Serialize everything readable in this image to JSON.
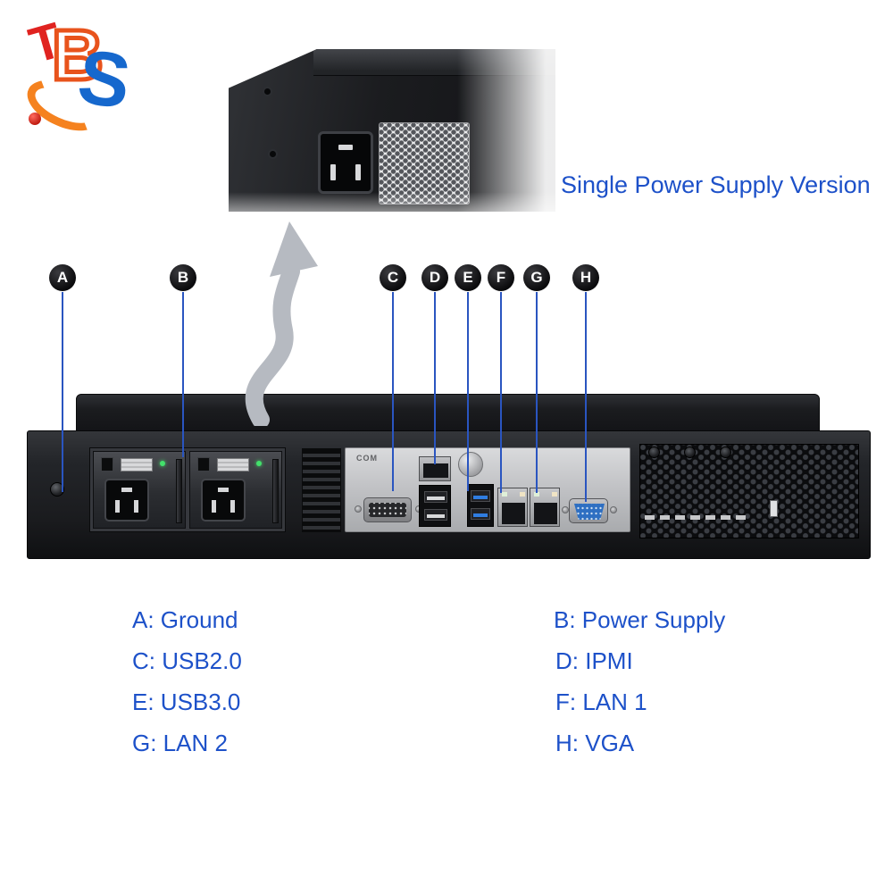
{
  "logo": {
    "letters": [
      "T",
      "B",
      "S"
    ]
  },
  "inset": {
    "caption": "Single Power Supply Version"
  },
  "callouts": [
    {
      "letter": "A"
    },
    {
      "letter": "B"
    },
    {
      "letter": "C"
    },
    {
      "letter": "D"
    },
    {
      "letter": "E"
    },
    {
      "letter": "F"
    },
    {
      "letter": "G"
    },
    {
      "letter": "H"
    }
  ],
  "io_panel": {
    "com_label": "COM"
  },
  "legend": {
    "left": [
      "A: Ground",
      "C: USB2.0",
      "E: USB3.0",
      "G: LAN 2"
    ],
    "right": [
      "B: Power Supply",
      "D: IPMI",
      "F: LAN 1",
      "H: VGA"
    ]
  },
  "colors": {
    "accent_blue": "#1d51c9",
    "callout_circle": "#0b0b0d",
    "chassis_dark": "#1b1c1f",
    "io_panel_gray": "#c2c3c6",
    "usb3_blue": "#2f7de1",
    "vga_blue": "#2e6fc2",
    "arrow_gray": "#b6bac1",
    "logo_red": "#e02320",
    "logo_orange": "#f5821f",
    "logo_blue": "#1668cd"
  }
}
